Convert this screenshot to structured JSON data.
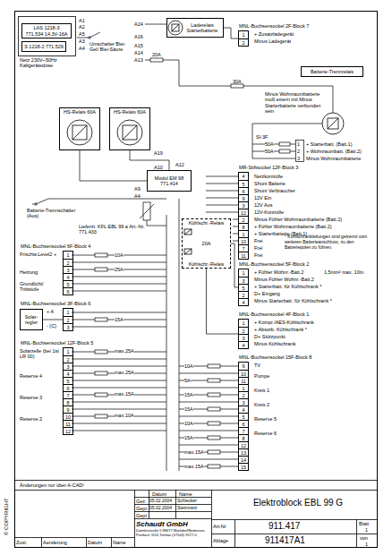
{
  "diagram": {
    "title": "Elektroblock EBL 99 G",
    "nodes": [
      {
        "text": [
          "LAS 1218-3 771.534 14,3V-16A"
        ]
      },
      {
        "text": [
          "S 1218-2 771.529"
        ]
      },
      {
        "text": [
          "Laderelais Starterbatterie"
        ]
      },
      {
        "text": [
          "MNL-Buchsensockel 2F-Block 7",
          "1",
          "2"
        ]
      },
      {
        "text": [
          "Batterie-Trennrelais"
        ]
      },
      {
        "text": [
          "HS-Relais 60A"
        ]
      },
      {
        "text": [
          "HS-Relais 60A"
        ]
      },
      {
        "text": [
          "Modul EM 98 771.414"
        ]
      },
      {
        "text": [
          "MR-Stiftsockel 12F-Block 3",
          "4",
          "5",
          "6",
          "9",
          "3",
          "12",
          "2",
          "8",
          "1",
          "10",
          "7",
          "11"
        ]
      },
      {
        "text": [
          "Kühlschr.-Relais",
          "20A",
          "Kühlschr.-Relais"
        ]
      },
      {
        "text": [
          "MNL-Buchsensockel 5F-Block 2",
          "1",
          "3",
          "5",
          "2",
          "4"
        ]
      },
      {
        "text": [
          "MNL-Buchsensockel 4F-Block 1",
          "1",
          "2",
          "3",
          "4"
        ]
      },
      {
        "text": [
          "MNL-Buchsensockel 15F-Block 8",
          "9",
          "10",
          "11",
          "1",
          "2",
          "3",
          "4",
          "5",
          "6",
          "7",
          "8",
          "12",
          "13",
          "14",
          "15"
        ]
      },
      {
        "text": [
          "MNL-Buchsensockel 6F-Block 4",
          "1",
          "2",
          "3",
          "4",
          "5",
          "6"
        ]
      },
      {
        "text": [
          "MNL-Buchsensockel 3F-Block 6",
          "1",
          "2",
          "3"
        ]
      },
      {
        "text": [
          "MNL-Buchsensockel 12F-Block 5",
          "1",
          "2",
          "3",
          "4",
          "5",
          "6",
          "7",
          "8",
          "9",
          "10",
          "11",
          "12"
        ]
      },
      {
        "text": [
          "Solar- regler"
        ]
      }
    ],
    "edges": [
      {
        "from": 2,
        "to": 3,
        "arrow": "none"
      },
      {
        "from": 5,
        "to": 7,
        "arrow": "none"
      },
      {
        "from": 6,
        "to": 7,
        "arrow": "none"
      },
      {
        "from": 9,
        "to": 10,
        "arrow": "none"
      },
      {
        "from": 9,
        "to": 11,
        "arrow": "none"
      },
      {
        "from": 16,
        "to": 14,
        "arrow": "none"
      }
    ],
    "labels": [
      "A1",
      "A2",
      "A5",
      "A3",
      "A4",
      "Netz 230V~50Hz Kaltgerätedose",
      "Umschalter Blei-Gel/ Blei-Säure",
      "A24",
      "A16",
      "A15",
      "A14",
      "A13",
      "20A",
      "30A",
      "Minus Wohnraumbatterie muß extern mit Minus Starterbatterie verbunden sein",
      "SI-3F",
      "50A",
      "50A",
      "1",
      "2",
      "3",
      "+ Starterbatt. (Batt.1)",
      "+ Wohnraumbatt. (Batt.2)",
      "Minus Wohnraumbatterie",
      "A19",
      "A10",
      "A9",
      "A4",
      "A12",
      "Batterie-Trennschalter (Aus)",
      "Lieferzt. KFL EBL 99 a Art.-Nr. 771.433",
      "+ Zusatzladegerät",
      "Minus Ladegerät",
      "Netzkontrolle",
      "Shunt Batterie",
      "Shunt Verbraucher",
      "12V Ein",
      "12V Aus",
      "12V-Kontrolle",
      "Minus Fühler Wohnraumbatterie (Batt.2)",
      "+ Fühler Wohnraumbatterie (Batt.2)",
      "+ Starterbatterie (Batt.1)",
      "Frei",
      "Frei",
      "Frei",
      "* Kühlschrankleitungen sind getrennt vom weiteren Batterieanschluss, zu den Batteriepolen zu führen.",
      "+ Fühler Wohnr.-Batt.2",
      "1,5mm² max. 10m",
      "Minus Fühler Wohnr.-Batt.2",
      "+ Starterbatt. für Kühlschrank *",
      "D+ Eingang",
      "Minus Starterbatt. für Kühlschrank *",
      "+ Kompr./AES-Kühlschrank",
      "+ Absorb. Kühlschrank *",
      "D+ Stützpunkt",
      "Minus Kühlschrank",
      "TV",
      "Pumpe",
      "Kreis 1",
      "Kreis 2",
      "Reserve 5",
      "Reserve 6",
      "10A",
      "5A",
      "15A",
      "15A",
      "10A",
      "15A",
      "max.15A",
      "max.15A",
      "Frischw.Level2 +",
      "Heizung",
      "Grundlicht/ Trittstufe",
      "10A",
      "25A",
      "+ A",
      "- (C)",
      "15A",
      "Solarzelle (bei 1st LR 00)",
      "Reserve 4",
      "Reserve 3",
      "Reserve 2",
      "max.25A",
      "max.25A",
      "max.15A",
      "max.10A",
      "Änderungen nur über A-CAD!",
      "Datum",
      "Name",
      "Gez.",
      "05.02.2004",
      "Schlecker",
      "Gepr.",
      "05.02.2004",
      "Steinmetz",
      "Gepr.",
      "Schaudt GmbH",
      "Daimlerstraße 5 88677 Markdorf/Bodensee Postfach 1150 Telefon (07544) 9577-0",
      "Art-Nr",
      "911.417",
      "Ablage",
      "911417A1",
      "Blatt",
      "1",
      "von",
      "1",
      "Zust.",
      "Aenderung",
      "Datum",
      "Name",
      "© COPYRIGHT"
    ]
  }
}
